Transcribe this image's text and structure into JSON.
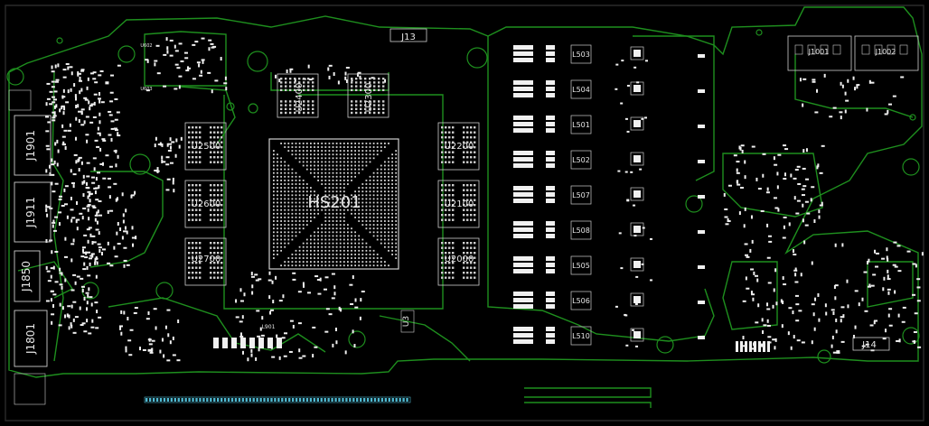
{
  "colors": {
    "background": "#000000",
    "outline": "#1e8f1e",
    "silkscreen": "#e6e6e6",
    "pad": "#f0f0f0",
    "edge_connector": "#4fb8d0"
  },
  "board": {
    "gpu_label": "HS201",
    "memory": [
      {
        "ref": "U2500"
      },
      {
        "ref": "U2600"
      },
      {
        "ref": "U2700"
      },
      {
        "ref": "U2200"
      },
      {
        "ref": "U2100"
      },
      {
        "ref": "U2000"
      },
      {
        "ref": "U2400"
      },
      {
        "ref": "U2300"
      }
    ],
    "connectors": [
      {
        "ref": "J1901"
      },
      {
        "ref": "J1911"
      },
      {
        "ref": "J1850"
      },
      {
        "ref": "J1801"
      },
      {
        "ref": "J13"
      },
      {
        "ref": "J14"
      }
    ],
    "inductors": [
      "L503",
      "L504",
      "L501",
      "L502",
      "L507",
      "L508",
      "L505",
      "L506",
      "L510"
    ],
    "misc_labels": [
      "U3",
      "L901",
      "J1001",
      "J1002",
      "U602",
      "U603"
    ]
  }
}
